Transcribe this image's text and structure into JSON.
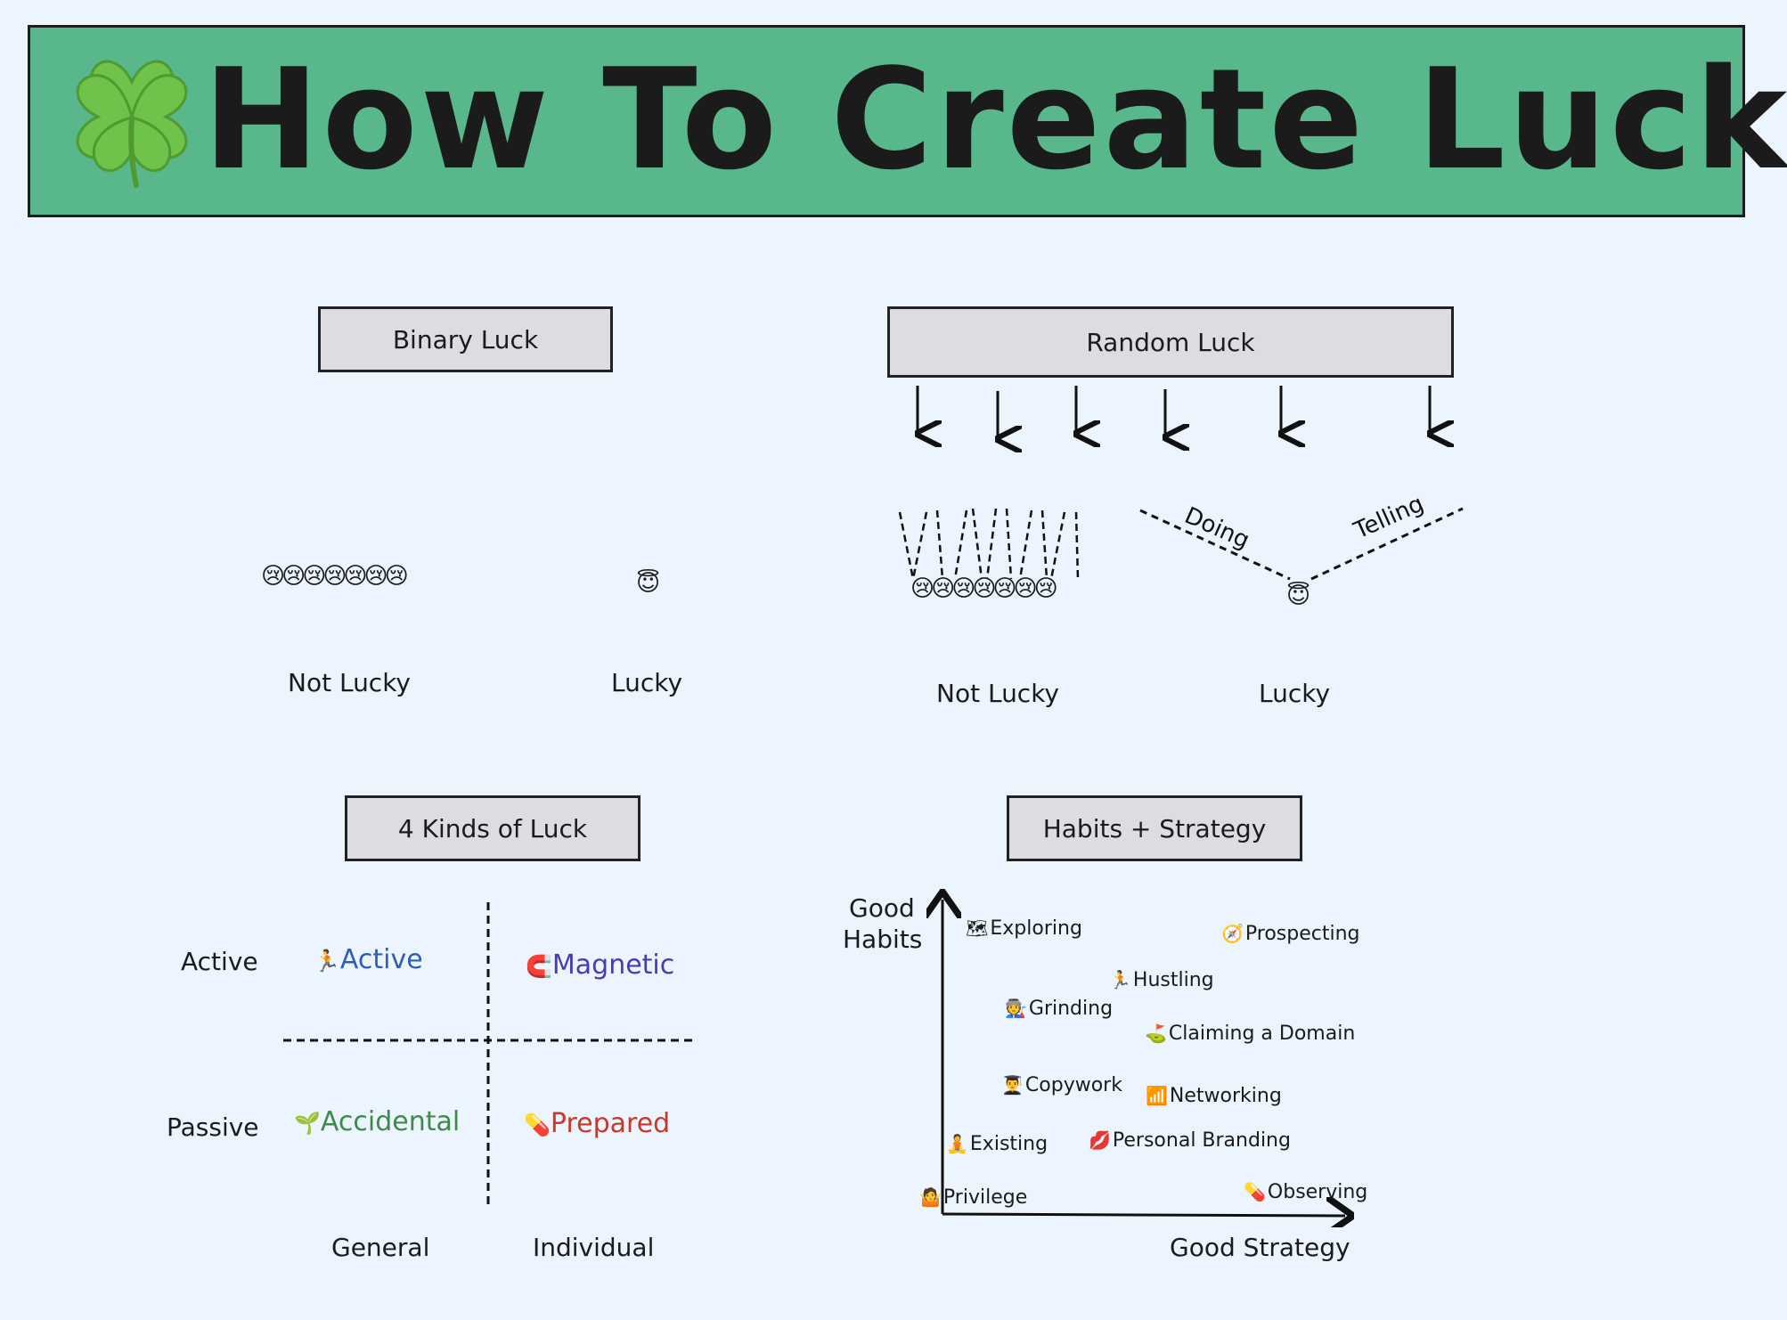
{
  "title": "How To Create Luck",
  "colors": {
    "background": "#ecf4fd",
    "title_bar": "#58b78b",
    "section_box": "#dcdde0",
    "active": "#2d5fb5",
    "magnetic": "#4a3cb0",
    "accidental": "#3f8a4a",
    "prepared": "#c8382c"
  },
  "icons": {
    "clover": "four-leaf-clover",
    "sad_face": "😢",
    "halo_face": "😇"
  },
  "binary_luck": {
    "header": "Binary Luck",
    "sad_faces": "😢😢😢😢😢😢😢",
    "lucky_face": "😇",
    "not_lucky_label": "Not Lucky",
    "lucky_label": "Lucky"
  },
  "random_luck": {
    "header": "Random Luck",
    "sad_faces": "😢😢😢😢😢😢😢",
    "lucky_face": "😇",
    "doing_label": "Doing",
    "telling_label": "Telling",
    "not_lucky_label": "Not Lucky",
    "lucky_label": "Lucky"
  },
  "kinds_of_luck": {
    "header": "4 Kinds of Luck",
    "row_active": "Active",
    "row_passive": "Passive",
    "col_general": "General",
    "col_individual": "Individual",
    "quadrants": {
      "active": {
        "icon": "🏃",
        "label": "Active"
      },
      "magnetic": {
        "icon": "🧲",
        "label": "Magnetic"
      },
      "accidental": {
        "icon": "🌱",
        "label": "Accidental"
      },
      "prepared": {
        "icon": "💊",
        "label": "Prepared"
      }
    }
  },
  "habits_strategy": {
    "header": "Habits + Strategy",
    "y_label_1": "Good",
    "y_label_2": "Habits",
    "x_label": "Good Strategy",
    "points": [
      {
        "icon": "🗺",
        "label": "Exploring"
      },
      {
        "icon": "🧭",
        "label": "Prospecting"
      },
      {
        "icon": "🏃",
        "label": "Hustling"
      },
      {
        "icon": "🧑‍🏭",
        "label": "Grinding"
      },
      {
        "icon": "⛳",
        "label": "Claiming a Domain"
      },
      {
        "icon": "👨‍🎓",
        "label": "Copywork"
      },
      {
        "icon": "📶",
        "label": "Networking"
      },
      {
        "icon": "🧘",
        "label": "Existing"
      },
      {
        "icon": "💋",
        "label": "Personal Branding"
      },
      {
        "icon": "🤷",
        "label": "Privilege"
      },
      {
        "icon": "💊",
        "label": "Observing"
      }
    ]
  }
}
